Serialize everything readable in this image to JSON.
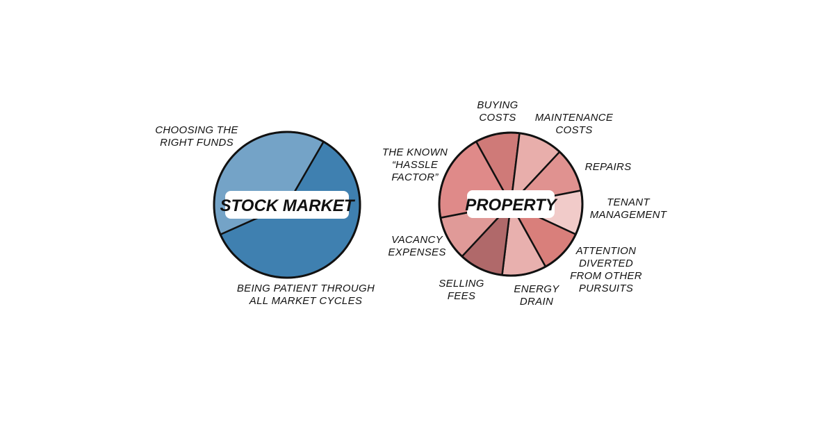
{
  "chart_data": [
    {
      "type": "pie",
      "title": "STOCK MARKET",
      "start_angle_deg": 30,
      "direction": "clockwise",
      "slices": [
        {
          "label": [
            "BEING PATIENT THROUGH",
            "ALL MARKET CYCLES"
          ],
          "value": 60,
          "color": "#3f80b0"
        },
        {
          "label": [
            "CHOOSING THE",
            "RIGHT FUNDS"
          ],
          "value": 40,
          "color": "#74a3c7"
        }
      ]
    },
    {
      "type": "pie",
      "title": "PROPERTY",
      "start_angle_deg": -29,
      "direction": "clockwise",
      "slices": [
        {
          "label": [
            "BUYING",
            "COSTS"
          ],
          "value": 1,
          "color": "#cf7a78"
        },
        {
          "label": [
            "MAINTENANCE",
            "COSTS"
          ],
          "value": 1,
          "color": "#e8aeab"
        },
        {
          "label": [
            "REPAIRS"
          ],
          "value": 1,
          "color": "#e09290"
        },
        {
          "label": [
            "TENANT",
            "MANAGEMENT"
          ],
          "value": 1,
          "color": "#f1cbc9"
        },
        {
          "label": [
            "ATTENTION",
            "DIVERTED",
            "FROM OTHER",
            "PURSUITS"
          ],
          "value": 1,
          "color": "#d97f7b"
        },
        {
          "label": [
            "ENERGY",
            "DRAIN"
          ],
          "value": 1,
          "color": "#e8b0ae"
        },
        {
          "label": [
            "SELLING",
            "FEES"
          ],
          "value": 1,
          "color": "#b0696a"
        },
        {
          "label": [
            "VACANCY",
            "EXPENSES"
          ],
          "value": 1,
          "color": "#e09a98"
        },
        {
          "label": [
            "THE KNOWN",
            "“HASSLE",
            "FACTOR”"
          ],
          "value": 2,
          "color": "#df8a89"
        }
      ]
    }
  ]
}
